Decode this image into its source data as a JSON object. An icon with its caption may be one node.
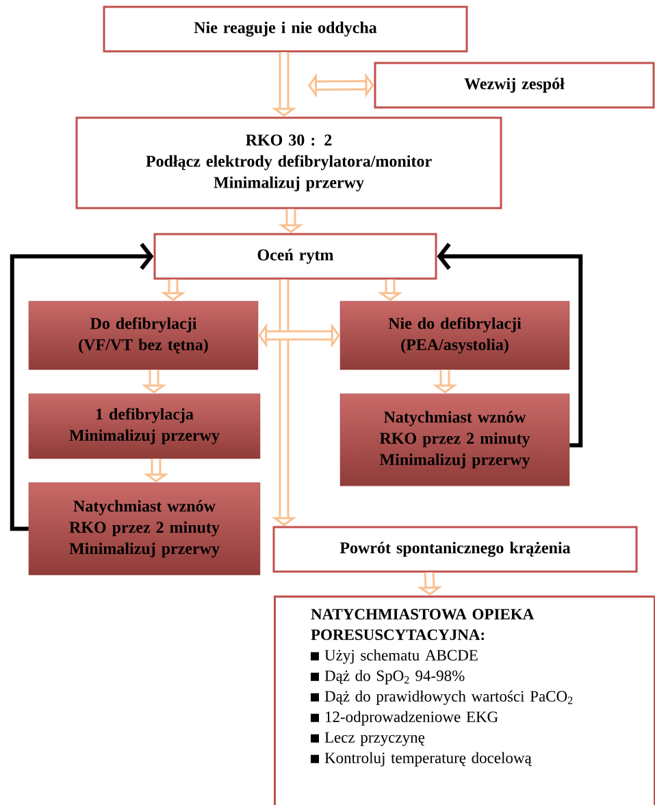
{
  "diagram": {
    "nodes": [
      {
        "text": [
          "Nie reaguje i nie oddycha"
        ]
      },
      {
        "text": [
          "Wezwij zespół"
        ]
      },
      {
        "text": [
          "RKO 30 : 2",
          "Podłącz elektrody defibrylatora/monitor",
          "Minimalizuj przerwy"
        ]
      },
      {
        "text": [
          "Oceń rytm"
        ]
      },
      {
        "text": [
          "Do defibrylacji (VF/VT bez tętna)"
        ]
      },
      {
        "text": [
          "Nie do defibrylacji (PEA/asystolia)"
        ]
      },
      {
        "text": [
          "1 defibrylacja",
          "Minimalizuj przerwy"
        ]
      },
      {
        "text": [
          "Natychmiast wznów",
          "RKO przez 2 minuty",
          "Minimalizuj przerwy"
        ]
      },
      {
        "text": [
          "Natychmiast wznów",
          "RKO przez 2 minuty",
          "Minimalizuj przerwy"
        ]
      },
      {
        "text": [
          "Powrót spontanicznego krążenia"
        ]
      },
      {
        "text": [
          "NATYCHMIASTOWA OPIEKA PORESUSCYTACYJNA:",
          "Użyj schematu ABCDE",
          "Dąż do SpO$_{2}$ 94-98%",
          "Dąż do prawidłowych wartości PaCO$_{2}$",
          "12-odprowadzeniowe EKG",
          "Lecz przyczynę",
          "Kontroluj temperaturę docelową"
        ]
      }
    ],
    "edges": [
      {
        "from": 0,
        "to": 2,
        "arrow": "to"
      },
      {
        "from": null,
        "to": 1,
        "arrow": "both"
      },
      {
        "from": 2,
        "to": 3,
        "arrow": "to"
      },
      {
        "from": 3,
        "to": 4,
        "arrow": "to"
      },
      {
        "from": 3,
        "to": 5,
        "arrow": "to"
      },
      {
        "from": 3,
        "to": 9,
        "arrow": "to"
      },
      {
        "from": 4,
        "to": 5,
        "arrow": "both"
      },
      {
        "from": 4,
        "to": 6,
        "arrow": "to"
      },
      {
        "from": 6,
        "to": 8,
        "arrow": "to"
      },
      {
        "from": 5,
        "to": 7,
        "arrow": "to"
      },
      {
        "from": 9,
        "to": 10,
        "arrow": "to"
      },
      {
        "from": 8,
        "to": 3,
        "arrow": "to",
        "color": "#000000"
      },
      {
        "from": 7,
        "to": 3,
        "arrow": "to",
        "color": "#000000"
      }
    ]
  }
}
